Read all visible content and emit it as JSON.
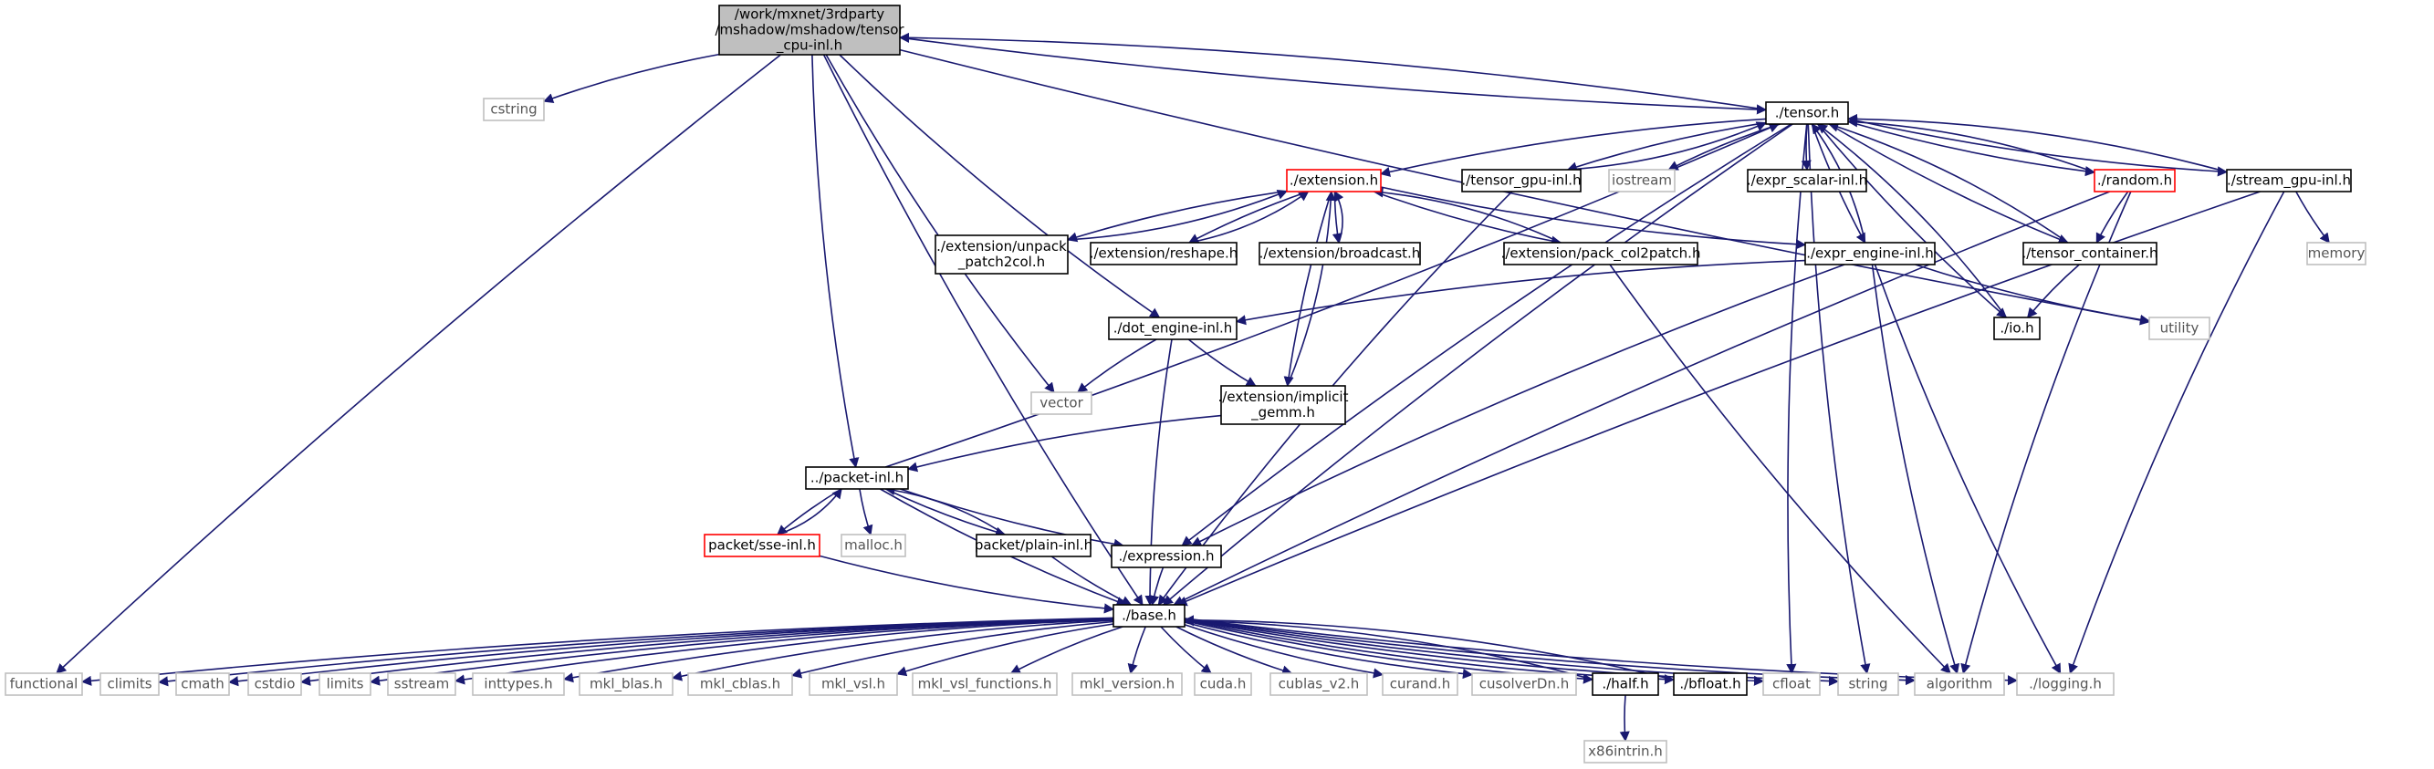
{
  "diagram": {
    "title": "",
    "colors": {
      "edge": "#191970",
      "root_fill": "#bfbfbf",
      "truncated_border": "#ff0000",
      "external_border": "#bfbfbf"
    },
    "nodes": [
      {
        "id": "root",
        "lines": [
          "/work/mxnet/3rdparty",
          "/mshadow/mshadow/tensor",
          "_cpu-inl.h"
        ],
        "kind": "root"
      },
      {
        "id": "cstring",
        "lines": [
          "cstring"
        ],
        "kind": "external"
      },
      {
        "id": "tensor",
        "lines": [
          "./tensor.h"
        ],
        "kind": "internal"
      },
      {
        "id": "extension",
        "lines": [
          "./extension.h"
        ],
        "kind": "truncated"
      },
      {
        "id": "tensor_gpu",
        "lines": [
          "./tensor_gpu-inl.h"
        ],
        "kind": "internal"
      },
      {
        "id": "iostream",
        "lines": [
          "iostream"
        ],
        "kind": "external"
      },
      {
        "id": "expr_scalar",
        "lines": [
          "./expr_scalar-inl.h"
        ],
        "kind": "internal"
      },
      {
        "id": "random",
        "lines": [
          "./random.h"
        ],
        "kind": "truncated"
      },
      {
        "id": "stream_gpu",
        "lines": [
          "./stream_gpu-inl.h"
        ],
        "kind": "internal"
      },
      {
        "id": "unpack",
        "lines": [
          "./extension/unpack",
          "_patch2col.h"
        ],
        "kind": "internal"
      },
      {
        "id": "reshape",
        "lines": [
          "./extension/reshape.h"
        ],
        "kind": "internal"
      },
      {
        "id": "broadcast",
        "lines": [
          "./extension/broadcast.h"
        ],
        "kind": "internal"
      },
      {
        "id": "pack_col2patch",
        "lines": [
          "./extension/pack_col2patch.h"
        ],
        "kind": "internal"
      },
      {
        "id": "expr_engine",
        "lines": [
          "./expr_engine-inl.h"
        ],
        "kind": "internal"
      },
      {
        "id": "tensor_container",
        "lines": [
          "./tensor_container.h"
        ],
        "kind": "internal"
      },
      {
        "id": "memory",
        "lines": [
          "memory"
        ],
        "kind": "external"
      },
      {
        "id": "dot_engine",
        "lines": [
          "./dot_engine-inl.h"
        ],
        "kind": "internal"
      },
      {
        "id": "io",
        "lines": [
          "./io.h"
        ],
        "kind": "internal"
      },
      {
        "id": "utility",
        "lines": [
          "utility"
        ],
        "kind": "external"
      },
      {
        "id": "vector",
        "lines": [
          "vector"
        ],
        "kind": "external"
      },
      {
        "id": "implicit_gemm",
        "lines": [
          "./extension/implicit",
          "_gemm.h"
        ],
        "kind": "internal"
      },
      {
        "id": "packet",
        "lines": [
          "../packet-inl.h"
        ],
        "kind": "internal"
      },
      {
        "id": "sse",
        "lines": [
          "packet/sse-inl.h"
        ],
        "kind": "truncated"
      },
      {
        "id": "malloc",
        "lines": [
          "malloc.h"
        ],
        "kind": "external"
      },
      {
        "id": "plain",
        "lines": [
          "packet/plain-inl.h"
        ],
        "kind": "internal"
      },
      {
        "id": "expression",
        "lines": [
          "./expression.h"
        ],
        "kind": "internal"
      },
      {
        "id": "base",
        "lines": [
          "./base.h"
        ],
        "kind": "internal"
      },
      {
        "id": "functional",
        "lines": [
          "functional"
        ],
        "kind": "external"
      },
      {
        "id": "climits",
        "lines": [
          "climits"
        ],
        "kind": "external"
      },
      {
        "id": "cmath",
        "lines": [
          "cmath"
        ],
        "kind": "external"
      },
      {
        "id": "cstdio",
        "lines": [
          "cstdio"
        ],
        "kind": "external"
      },
      {
        "id": "limits",
        "lines": [
          "limits"
        ],
        "kind": "external"
      },
      {
        "id": "sstream",
        "lines": [
          "sstream"
        ],
        "kind": "external"
      },
      {
        "id": "inttypes",
        "lines": [
          "inttypes.h"
        ],
        "kind": "external"
      },
      {
        "id": "mkl_blas",
        "lines": [
          "mkl_blas.h"
        ],
        "kind": "external"
      },
      {
        "id": "mkl_cblas",
        "lines": [
          "mkl_cblas.h"
        ],
        "kind": "external"
      },
      {
        "id": "mkl_vsl",
        "lines": [
          "mkl_vsl.h"
        ],
        "kind": "external"
      },
      {
        "id": "mkl_vsl_functions",
        "lines": [
          "mkl_vsl_functions.h"
        ],
        "kind": "external"
      },
      {
        "id": "mkl_version",
        "lines": [
          "mkl_version.h"
        ],
        "kind": "external"
      },
      {
        "id": "cuda",
        "lines": [
          "cuda.h"
        ],
        "kind": "external"
      },
      {
        "id": "cublas",
        "lines": [
          "cublas_v2.h"
        ],
        "kind": "external"
      },
      {
        "id": "curand",
        "lines": [
          "curand.h"
        ],
        "kind": "external"
      },
      {
        "id": "cusolver",
        "lines": [
          "cusolverDn.h"
        ],
        "kind": "external"
      },
      {
        "id": "half",
        "lines": [
          "./half.h"
        ],
        "kind": "internal"
      },
      {
        "id": "bfloat",
        "lines": [
          "./bfloat.h"
        ],
        "kind": "internal"
      },
      {
        "id": "cfloat",
        "lines": [
          "cfloat"
        ],
        "kind": "external"
      },
      {
        "id": "string",
        "lines": [
          "string"
        ],
        "kind": "external"
      },
      {
        "id": "algorithm",
        "lines": [
          "algorithm"
        ],
        "kind": "external"
      },
      {
        "id": "logging",
        "lines": [
          "./logging.h"
        ],
        "kind": "external"
      },
      {
        "id": "x86intrin",
        "lines": [
          "x86intrin.h"
        ],
        "kind": "external"
      }
    ],
    "edges": [
      [
        "root",
        "cstring"
      ],
      [
        "root",
        "tensor"
      ],
      [
        "root",
        "functional"
      ],
      [
        "root",
        "base"
      ],
      [
        "root",
        "packet"
      ],
      [
        "root",
        "vector"
      ],
      [
        "root",
        "dot_engine"
      ],
      [
        "root",
        "utility"
      ],
      [
        "tensor",
        "root"
      ],
      [
        "tensor",
        "extension"
      ],
      [
        "tensor",
        "tensor_gpu"
      ],
      [
        "tensor",
        "iostream"
      ],
      [
        "tensor",
        "expr_scalar"
      ],
      [
        "tensor",
        "random"
      ],
      [
        "tensor",
        "stream_gpu"
      ],
      [
        "tensor",
        "expr_engine"
      ],
      [
        "tensor",
        "tensor_container"
      ],
      [
        "tensor",
        "io"
      ],
      [
        "tensor",
        "expression"
      ],
      [
        "tensor",
        "base"
      ],
      [
        "tensor",
        "string"
      ],
      [
        "tensor",
        "cfloat"
      ],
      [
        "extension",
        "unpack"
      ],
      [
        "extension",
        "reshape"
      ],
      [
        "extension",
        "broadcast"
      ],
      [
        "extension",
        "pack_col2patch"
      ],
      [
        "extension",
        "expr_engine"
      ],
      [
        "extension",
        "implicit_gemm"
      ],
      [
        "unpack",
        "extension"
      ],
      [
        "reshape",
        "extension"
      ],
      [
        "broadcast",
        "extension"
      ],
      [
        "pack_col2patch",
        "extension"
      ],
      [
        "implicit_gemm",
        "extension"
      ],
      [
        "pack_col2patch",
        "algorithm"
      ],
      [
        "tensor_gpu",
        "tensor"
      ],
      [
        "tensor_gpu",
        "base"
      ],
      [
        "expr_engine",
        "tensor"
      ],
      [
        "expr_engine",
        "dot_engine"
      ],
      [
        "expr_engine",
        "utility"
      ],
      [
        "expr_engine",
        "expression"
      ],
      [
        "expr_engine",
        "algorithm"
      ],
      [
        "expr_engine",
        "logging"
      ],
      [
        "random",
        "tensor"
      ],
      [
        "random",
        "tensor_container"
      ],
      [
        "random",
        "base"
      ],
      [
        "random",
        "algorithm"
      ],
      [
        "tensor_container",
        "tensor"
      ],
      [
        "tensor_container",
        "io"
      ],
      [
        "io",
        "tensor"
      ],
      [
        "stream_gpu",
        "tensor"
      ],
      [
        "stream_gpu",
        "memory"
      ],
      [
        "stream_gpu",
        "base"
      ],
      [
        "stream_gpu",
        "logging"
      ],
      [
        "dot_engine",
        "vector"
      ],
      [
        "dot_engine",
        "implicit_gemm"
      ],
      [
        "dot_engine",
        "base"
      ],
      [
        "implicit_gemm",
        "packet"
      ],
      [
        "packet",
        "tensor"
      ],
      [
        "packet",
        "sse"
      ],
      [
        "packet",
        "malloc"
      ],
      [
        "packet",
        "plain"
      ],
      [
        "packet",
        "expression"
      ],
      [
        "packet",
        "base"
      ],
      [
        "sse",
        "packet"
      ],
      [
        "sse",
        "base"
      ],
      [
        "plain",
        "packet"
      ],
      [
        "plain",
        "base"
      ],
      [
        "expression",
        "base"
      ],
      [
        "base",
        "functional"
      ],
      [
        "base",
        "climits"
      ],
      [
        "base",
        "cmath"
      ],
      [
        "base",
        "cstdio"
      ],
      [
        "base",
        "limits"
      ],
      [
        "base",
        "sstream"
      ],
      [
        "base",
        "inttypes"
      ],
      [
        "base",
        "mkl_blas"
      ],
      [
        "base",
        "mkl_cblas"
      ],
      [
        "base",
        "mkl_vsl"
      ],
      [
        "base",
        "mkl_vsl_functions"
      ],
      [
        "base",
        "mkl_version"
      ],
      [
        "base",
        "cuda"
      ],
      [
        "base",
        "cublas"
      ],
      [
        "base",
        "curand"
      ],
      [
        "base",
        "cusolver"
      ],
      [
        "base",
        "half"
      ],
      [
        "base",
        "bfloat"
      ],
      [
        "base",
        "cfloat"
      ],
      [
        "base",
        "string"
      ],
      [
        "base",
        "algorithm"
      ],
      [
        "base",
        "logging"
      ],
      [
        "half",
        "base"
      ],
      [
        "bfloat",
        "base"
      ],
      [
        "half",
        "x86intrin"
      ]
    ]
  }
}
